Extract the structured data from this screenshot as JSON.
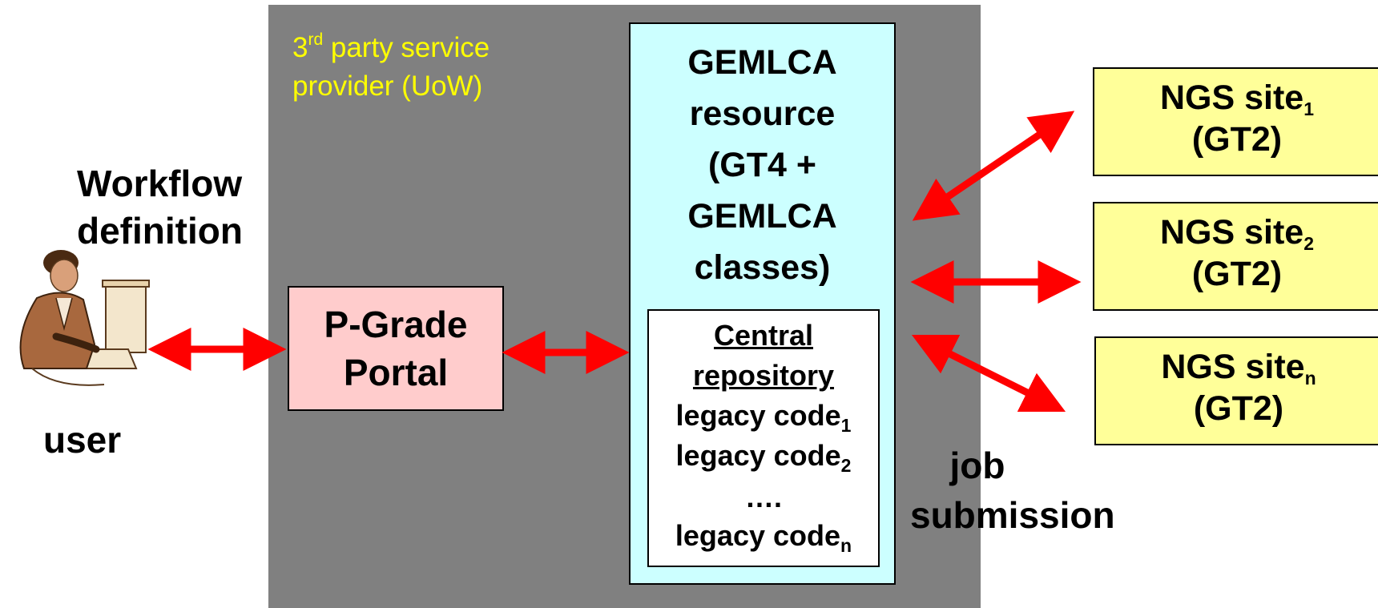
{
  "provider": {
    "label_prefix": "3",
    "label_sup": "rd",
    "label_rest": " party service",
    "label_line2": "provider (UoW)"
  },
  "gemlca": {
    "title": [
      "GEMLCA",
      "resource",
      "(GT4 +",
      "GEMLCA",
      "classes)"
    ]
  },
  "repository": {
    "title_line1": "Central",
    "title_line2": "repository",
    "items": [
      {
        "text": "legacy code",
        "sub": "1"
      },
      {
        "text": "legacy code",
        "sub": "2"
      },
      {
        "text": "….",
        "sub": ""
      },
      {
        "text": "legacy code",
        "sub": "n"
      }
    ]
  },
  "portal": {
    "line1": "P-Grade",
    "line2": "Portal"
  },
  "workflow": {
    "line1": "Workflow",
    "line2": "definition"
  },
  "user": {
    "label": "user"
  },
  "job": {
    "line1": "job",
    "line2": "submission"
  },
  "ngs_sites": [
    {
      "name": "NGS site",
      "sub": "1",
      "detail": "(GT2)"
    },
    {
      "name": "NGS site",
      "sub": "2",
      "detail": "(GT2)"
    },
    {
      "name": "NGS site",
      "sub": "n",
      "detail": "(GT2)"
    }
  ],
  "colors": {
    "panel": "#808080",
    "provider_text": "#ffff00",
    "gemlca": "#ccffff",
    "portal": "#ffcccc",
    "ngs": "#ffff99",
    "arrow": "#ff0000"
  },
  "icons": {
    "user": "user-at-computer-icon"
  }
}
